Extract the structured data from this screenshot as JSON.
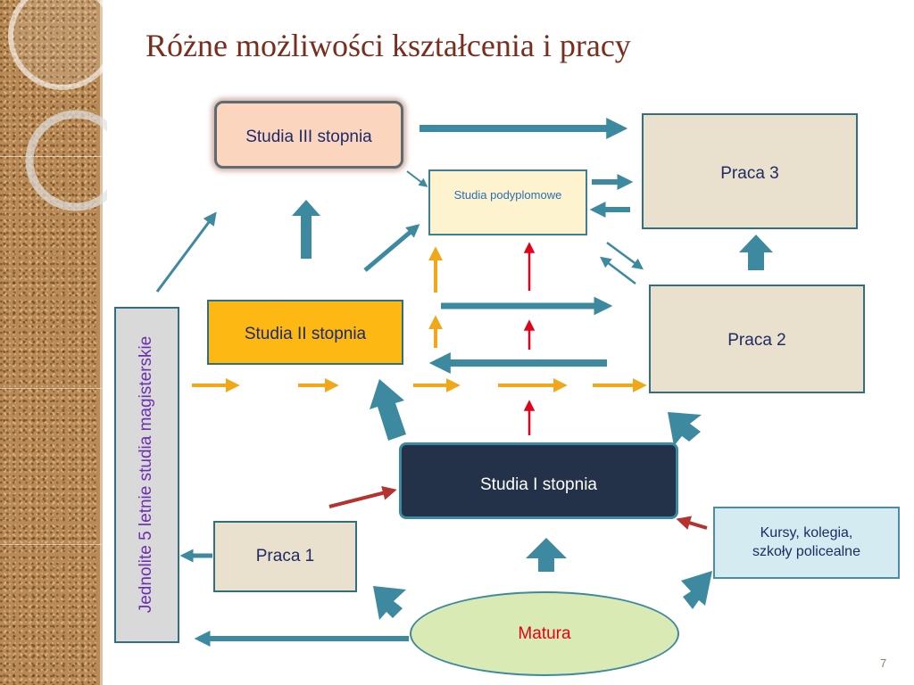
{
  "slide": {
    "title": "Różne możliwości kształcenia i pracy",
    "number": "7"
  },
  "nodes": {
    "studia_iii": "Studia III stopnia",
    "studia_podyplomowe": "Studia podyplomowe",
    "praca_3": "Praca 3",
    "praca_2": "Praca 2",
    "studia_ii": "Studia II stopnia",
    "studia_i": "Studia I stopnia",
    "praca_1": "Praca 1",
    "kursy": "Kursy, kolegia, szkoły policealne",
    "matura": "Matura",
    "jednolite": "Jednolite 5 letnie studia magisterskie"
  },
  "colors": {
    "teal_arrow": "#3d8aa0",
    "orange_arrow": "#f0a818",
    "red_arrow": "#e3001b",
    "dark_red_arrow": "#b5332e",
    "title": "#7a2d1c"
  }
}
